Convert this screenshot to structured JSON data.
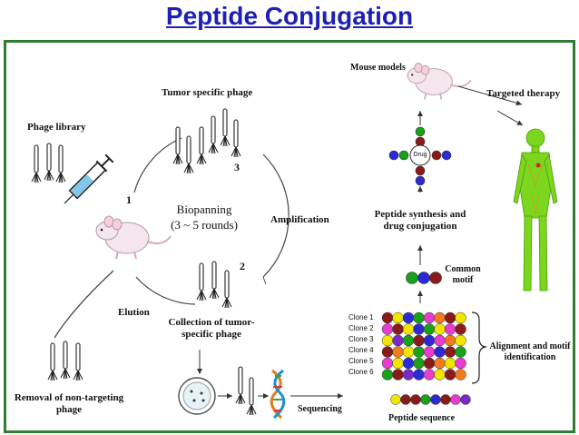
{
  "title": "Peptide Conjugation",
  "diagram": {
    "phage_library": "Phage library",
    "tumor_specific_phage": "Tumor specific phage",
    "step_1": "1",
    "step_2": "2",
    "step_3": "3",
    "biopanning_line1": "Biopanning",
    "biopanning_line2": "(3 ~ 5 rounds)",
    "amplification": "Amplification",
    "elution": "Elution",
    "collection_line1": "Collection of tumor-",
    "collection_line2": "specific phage",
    "removal_line1": "Removal of non-targeting",
    "removal_line2": "phage",
    "sequencing": "Sequencing",
    "peptide_sequence": "Peptide sequence",
    "alignment_line1": "Alignment and motif",
    "alignment_line2": "identification",
    "common_motif_line1": "Common",
    "common_motif_line2": "motif",
    "synthesis_line1": "Peptide synthesis and",
    "synthesis_line2": "drug conjugation",
    "drug": "Drug",
    "mouse_models": "Mouse models",
    "targeted_therapy": "Targeted therapy",
    "clones": [
      "Clone 1",
      "Clone 2",
      "Clone 3",
      "Clone 4",
      "Clone 5",
      "Clone 6"
    ]
  },
  "colors": {
    "title": "#1f1fb4",
    "border": "#2e7d32",
    "human_figure": "#7cd61e",
    "beads": [
      "#8b1a1a",
      "#f2e600",
      "#2b2bd6",
      "#1aa01a",
      "#e63ccf",
      "#f07c1e",
      "#7a2ac7"
    ]
  }
}
